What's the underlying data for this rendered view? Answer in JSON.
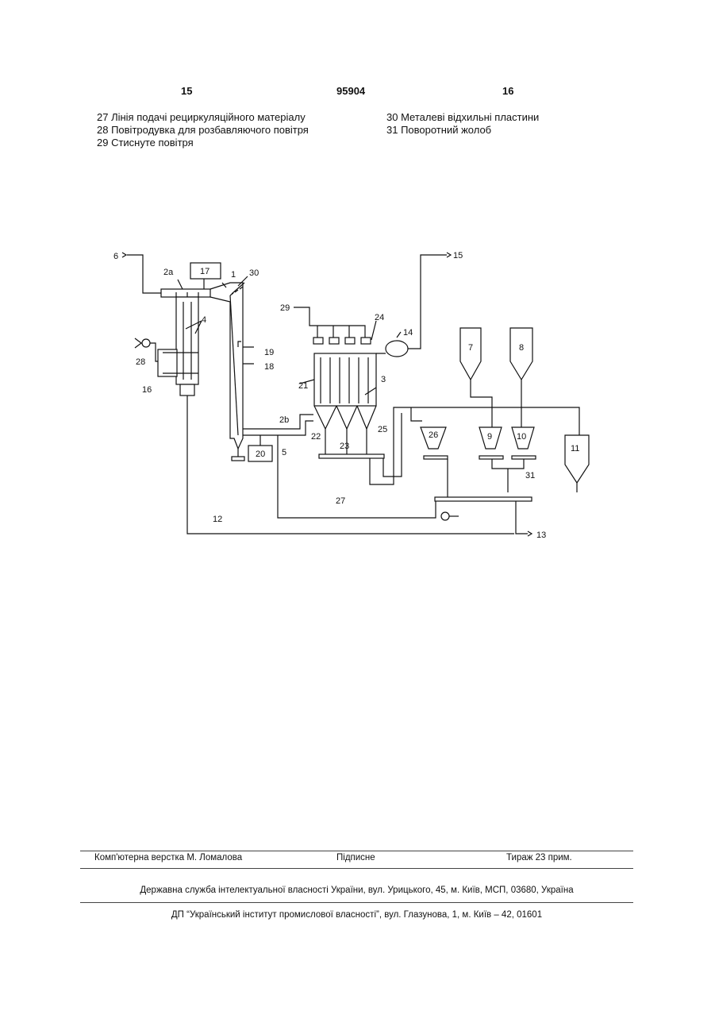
{
  "header": {
    "left_page": "15",
    "patent_no": "95904",
    "right_page": "16"
  },
  "legend": {
    "left": [
      "27 Лінія подачі рециркуляційного матеріалу",
      "28 Повітродувка для розбавляючого повітря",
      "29 Стиснуте повітря"
    ],
    "right": [
      "30 Металеві відхильні пластини",
      "31 Поворотний жолоб"
    ]
  },
  "diagram_labels": {
    "l6": "6",
    "l2a": "2a",
    "l17": "17",
    "l1": "1",
    "l30": "30",
    "l15": "15",
    "l4": "4",
    "l28": "28",
    "l16": "16",
    "l19": "19",
    "l18": "18",
    "l29": "29",
    "l24": "24",
    "l14": "14",
    "l7": "7",
    "l8": "8",
    "l21": "21",
    "l3": "3",
    "l2b": "2b",
    "l22": "22",
    "l25": "25",
    "l23": "23",
    "l26": "26",
    "l9": "9",
    "l10": "10",
    "l11": "11",
    "l20": "20",
    "l5": "5",
    "l31": "31",
    "l27": "27",
    "l12": "12",
    "l13": "13"
  },
  "footer": {
    "typesetting": "Комп'ютерна верстка М. Ломалова",
    "signed": "Підписне",
    "circulation": "Тираж 23 прим.",
    "agency": "Державна служба інтелектуальної власності України, вул. Урицького, 45, м. Київ, МСП, 03680, Україна",
    "institute": "ДП “Український інститут промислової власності”, вул. Глазунова, 1, м. Київ – 42, 01601"
  }
}
